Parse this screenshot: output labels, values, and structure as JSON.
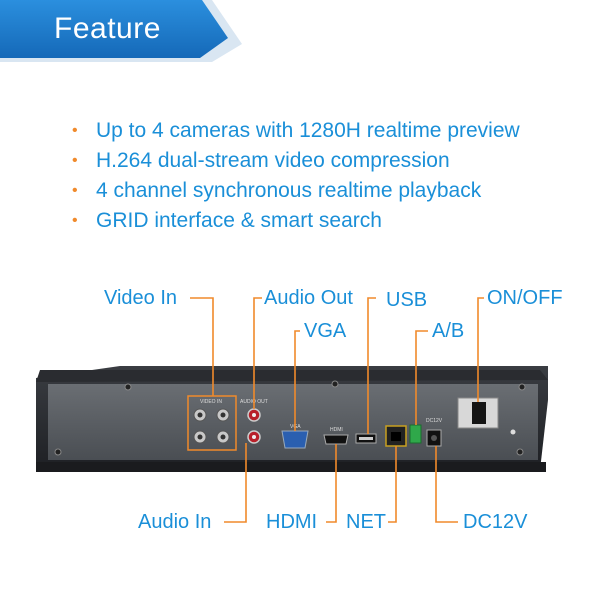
{
  "banner": {
    "title": "Feature"
  },
  "features": [
    "Up to 4 cameras with 1280H realtime preview",
    "H.264 dual-stream video compression",
    "4 channel synchronous realtime playback",
    "GRID interface & smart search"
  ],
  "callouts": {
    "video_in": "Video In",
    "audio_out": "Audio Out",
    "usb": "USB",
    "on_off": "ON/OFF",
    "vga": "VGA",
    "ab": "A/B",
    "audio_in": "Audio In",
    "hdmi": "HDMI",
    "net": "NET",
    "dc12v": "DC12V"
  },
  "panel_labels": {
    "video_in": "VIDEO IN",
    "audio_io": "AUDIO OUT",
    "vga": "VGA",
    "hdmi": "HDMI",
    "dc": "DC12V"
  },
  "colors": {
    "accent": "#1a8fd8",
    "banner": "#1878c8",
    "bullet": "#f08a2b",
    "leader": "#f08a2b"
  }
}
